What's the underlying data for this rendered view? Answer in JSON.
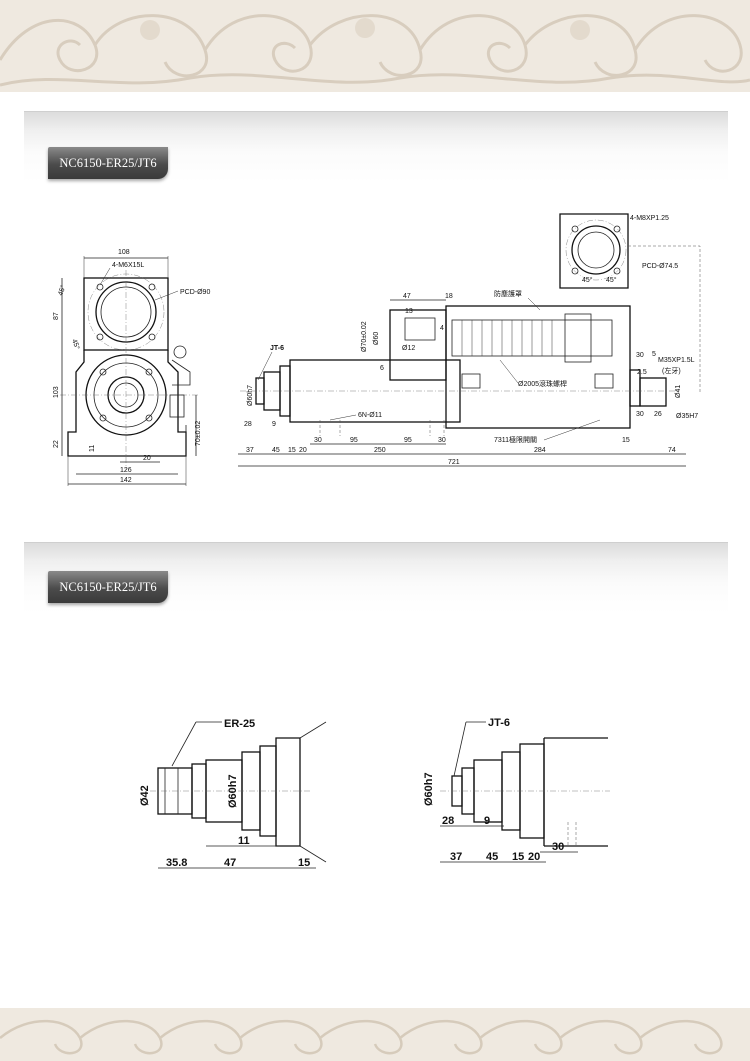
{
  "sections": [
    {
      "tab_label": "NC6150-ER25/JT6"
    },
    {
      "tab_label": "NC6150-ER25/JT6"
    }
  ],
  "front_view": {
    "dims": [
      "108",
      "4-M6X15L",
      "PCD-Ø90",
      "45°",
      "45°",
      "87",
      "103",
      "22",
      "70±0.02",
      "11",
      "20",
      "126",
      "142"
    ]
  },
  "side_view": {
    "labels": [
      "JT-6",
      "防塵護罩",
      "Ø2005滾珠螺桿",
      "7311極限開關",
      "6N-Ø11",
      "M35XP1.5L",
      "(左牙)"
    ],
    "dims_top": [
      "47",
      "18",
      "13",
      "4",
      "Ø70±0.02",
      "Ø60",
      "Ø12",
      "6",
      "30",
      "5",
      "2.5",
      "Ø41",
      "30",
      "26",
      "Ø35H7"
    ],
    "dims_left": [
      "Ø60h7",
      "28",
      "9"
    ],
    "dims_row1": [
      "30",
      "95",
      "95",
      "30",
      "15"
    ],
    "dims_row2": [
      "37",
      "45",
      "15",
      "20",
      "250",
      "284",
      "74"
    ],
    "overall": "721"
  },
  "detail_view": {
    "dims": [
      "4-M8XP1.25",
      "PCD-Ø74.5",
      "45°",
      "45°"
    ]
  },
  "er25_view": {
    "title": "ER-25",
    "dims": [
      "Ø42",
      "Ø60h7",
      "11",
      "35.8",
      "47",
      "15"
    ]
  },
  "jt6_view": {
    "title": "JT-6",
    "dims": [
      "Ø60h7",
      "28",
      "9",
      "30",
      "37",
      "45",
      "15",
      "20"
    ]
  }
}
